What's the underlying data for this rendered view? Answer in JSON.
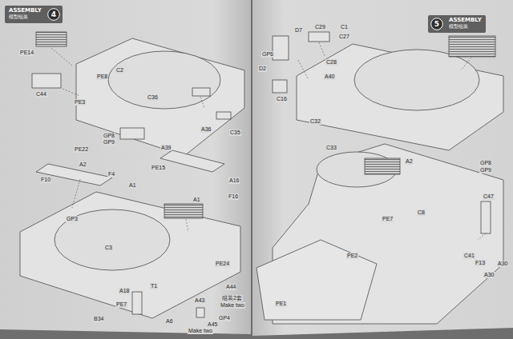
{
  "diagram": {
    "nodes": [
      {
        "text": [
          "ASSEMBLY",
          "模型组装"
        ]
      },
      {
        "text": [
          "4"
        ],
        "in": 0
      },
      {
        "text": [
          "ASSEMBLY",
          "模型组装"
        ]
      },
      {
        "text": [
          "5"
        ],
        "in": 2
      }
    ],
    "labels": [
      "PE14",
      "C44",
      "PE8",
      "C2",
      "PE3",
      "C36",
      "A36",
      "C35",
      "PE22",
      "A39",
      "GP8",
      "GP9",
      "A2",
      "F10",
      "F4",
      "A1",
      "PE15",
      "A16",
      "F16",
      "GP3",
      "C3",
      "A1",
      "PE24",
      "A18",
      "T1",
      "PE7",
      "B34",
      "A44",
      "组装2套",
      "Make two",
      "A43",
      "GP4",
      "A6",
      "A45",
      "Make two",
      "D7",
      "C29",
      "C1",
      "C27",
      "GP6",
      "D2",
      "C28",
      "A40",
      "C16",
      "C32",
      "C33",
      "GP8",
      "GP9",
      "A2",
      "C47",
      "C8",
      "PE7",
      "PE2",
      "C41",
      "F13",
      "A30",
      "A30",
      "PE1"
    ]
  }
}
